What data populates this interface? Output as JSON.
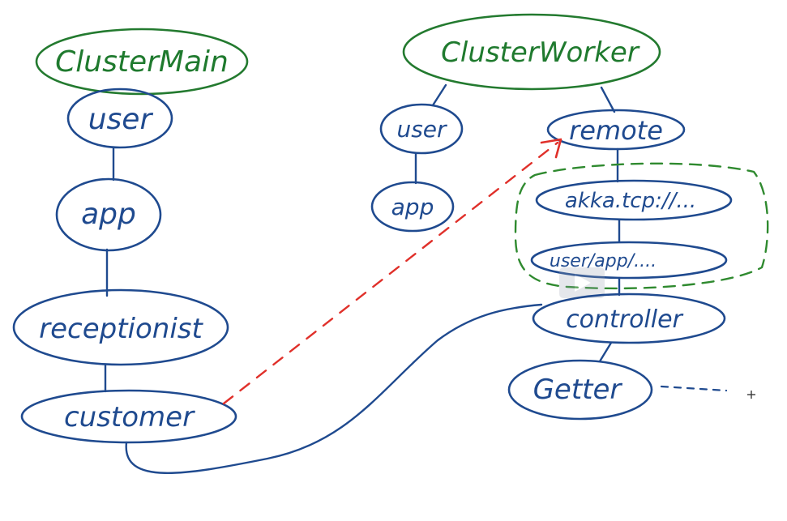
{
  "left_tree": {
    "root": "ClusterMain",
    "user": "user",
    "app": "app",
    "receptionist": "receptionist",
    "customer": "customer"
  },
  "right_tree": {
    "root": "ClusterWorker",
    "user": "user",
    "app": "app",
    "remote": "remote",
    "akka_tcp": "akka.tcp://...",
    "user_app_path": "user/app/....",
    "controller": "controller",
    "getter": "Getter"
  },
  "colors": {
    "blue_ink": "#1f4a8f",
    "green_ink": "#237a2f",
    "red_dashed": "#e0302a",
    "background": "#ffffff"
  }
}
